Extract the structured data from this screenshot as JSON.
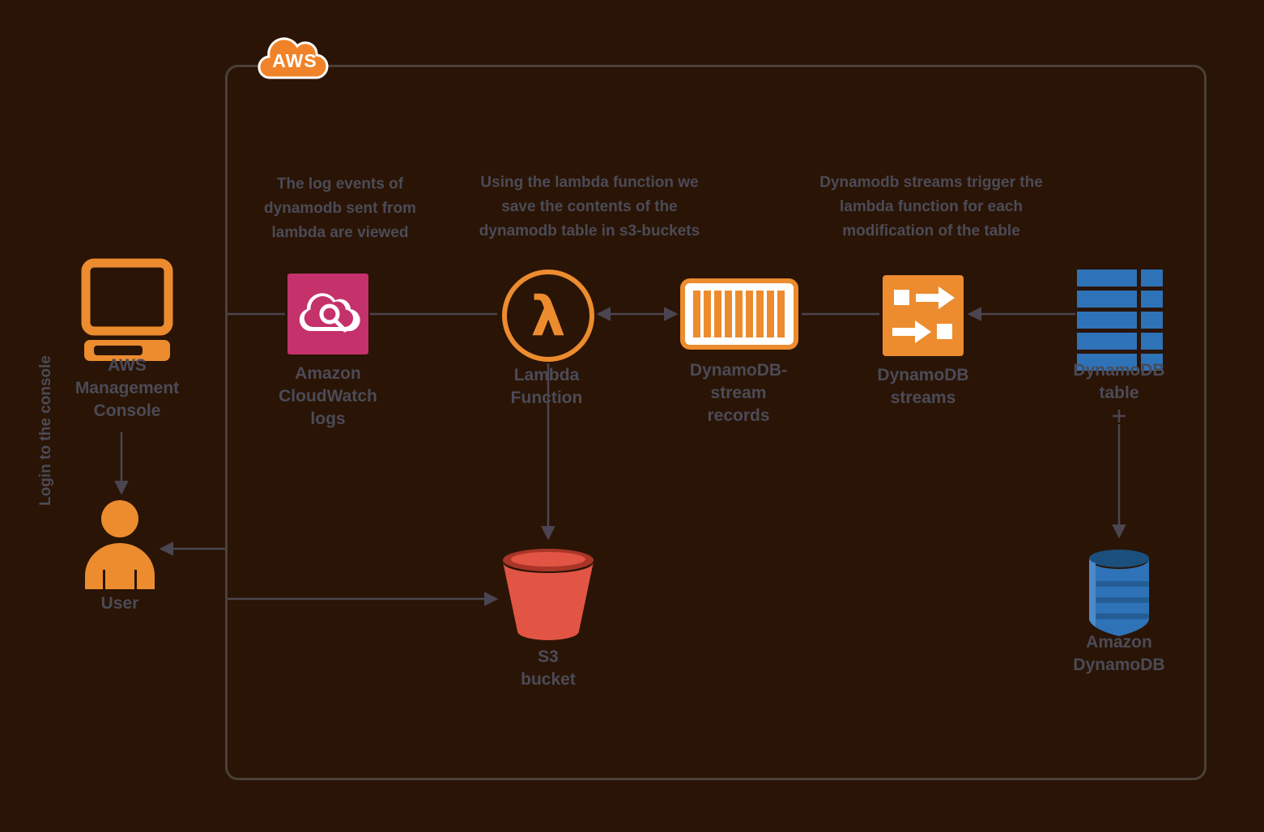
{
  "diagram_title": "AWS DynamoDB streams architecture diagram",
  "colors": {
    "background": "#2a1405",
    "orange": "#ec8c2f",
    "magenta": "#c5316b",
    "blue": "#2e73b8",
    "blue_dark": "#1b4f7d",
    "blue_mid": "#245d94",
    "red": "#e25444",
    "red_dark": "#a93527",
    "text": "#4b4b57",
    "line": "#4a4550",
    "aws_orange": "#f0832a",
    "white": "#ffffff",
    "border": "#4a4138"
  },
  "aws_cloud": {
    "label": "AWS"
  },
  "annotations": [
    {
      "lines": [
        "The log events of",
        "dynamodb sent from",
        "lambda are viewed"
      ]
    },
    {
      "lines": [
        "Using the lambda function we",
        "save the contents of the",
        "dynamodb table in s3-buckets"
      ]
    },
    {
      "lines": [
        "Dynamodb streams trigger the",
        "lambda function for each",
        "modification of the table"
      ]
    }
  ],
  "nodes": {
    "console": {
      "label_lines": [
        "AWS",
        "Management",
        "Console"
      ]
    },
    "user": {
      "label": "User"
    },
    "login_note": "Login to the console",
    "cloudwatch": {
      "label_lines": [
        "Amazon",
        "CloudWatch",
        "logs"
      ]
    },
    "lambda": {
      "label_lines": [
        "Lambda",
        "Function"
      ]
    },
    "stream_records": {
      "label_lines": [
        "DynamoDB-",
        "stream",
        "records"
      ]
    },
    "streams": {
      "label_lines": [
        "DynamoDB",
        "streams"
      ]
    },
    "table": {
      "label_lines": [
        "DynamoDB",
        "table"
      ]
    },
    "dynamodb": {
      "label_lines": [
        "Amazon",
        "DynamoDB"
      ]
    },
    "s3": {
      "label_lines": [
        "S3",
        "bucket"
      ]
    }
  }
}
